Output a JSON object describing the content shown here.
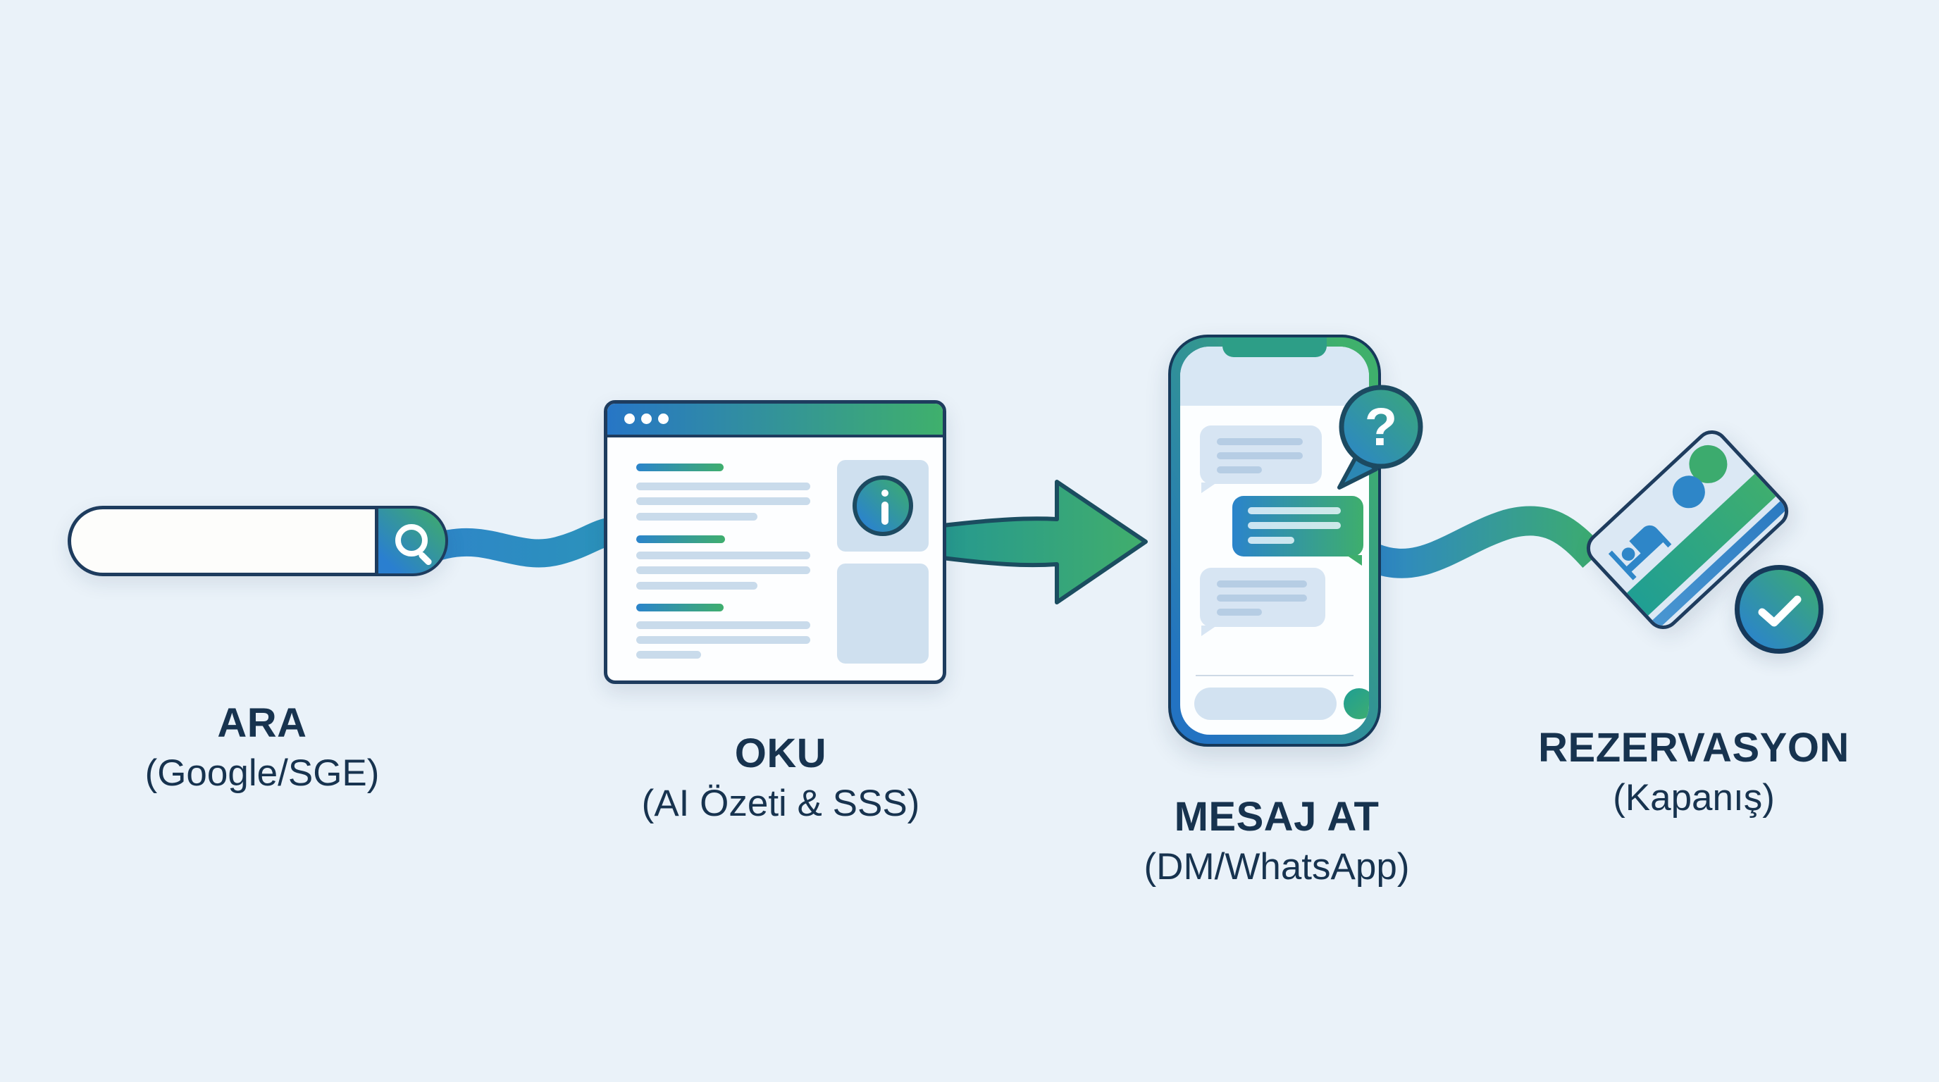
{
  "steps": [
    {
      "title": "ARA",
      "subtitle": "(Google/SGE)",
      "illustration": "search-bar"
    },
    {
      "title": "OKU",
      "subtitle": "(AI Özeti & SSS)",
      "illustration": "browser-window"
    },
    {
      "title": "MESAJ AT",
      "subtitle": "(DM/WhatsApp)",
      "illustration": "phone-chat"
    },
    {
      "title": "REZERVASYON",
      "subtitle": "(Kapanış)",
      "illustration": "credit-card"
    }
  ],
  "glyphs": {
    "question_mark": "?"
  },
  "icons": [
    "magnifier-icon",
    "window-dots-icon",
    "info-icon",
    "question-bubble-icon",
    "send-icon",
    "bed-icon",
    "card-circles-icon",
    "checkmark-icon",
    "flow-arrow-icon"
  ],
  "colors": {
    "background": "#eaf2f9",
    "outline_navy": "#1e3c5e",
    "blue": "#2b84cb",
    "green": "#3cab6e",
    "teal": "#1f9e94",
    "panel_light_blue": "#d7e5f3",
    "skeleton_line": "#c9dbeb",
    "text": "#17334f",
    "white": "#ffffff"
  }
}
